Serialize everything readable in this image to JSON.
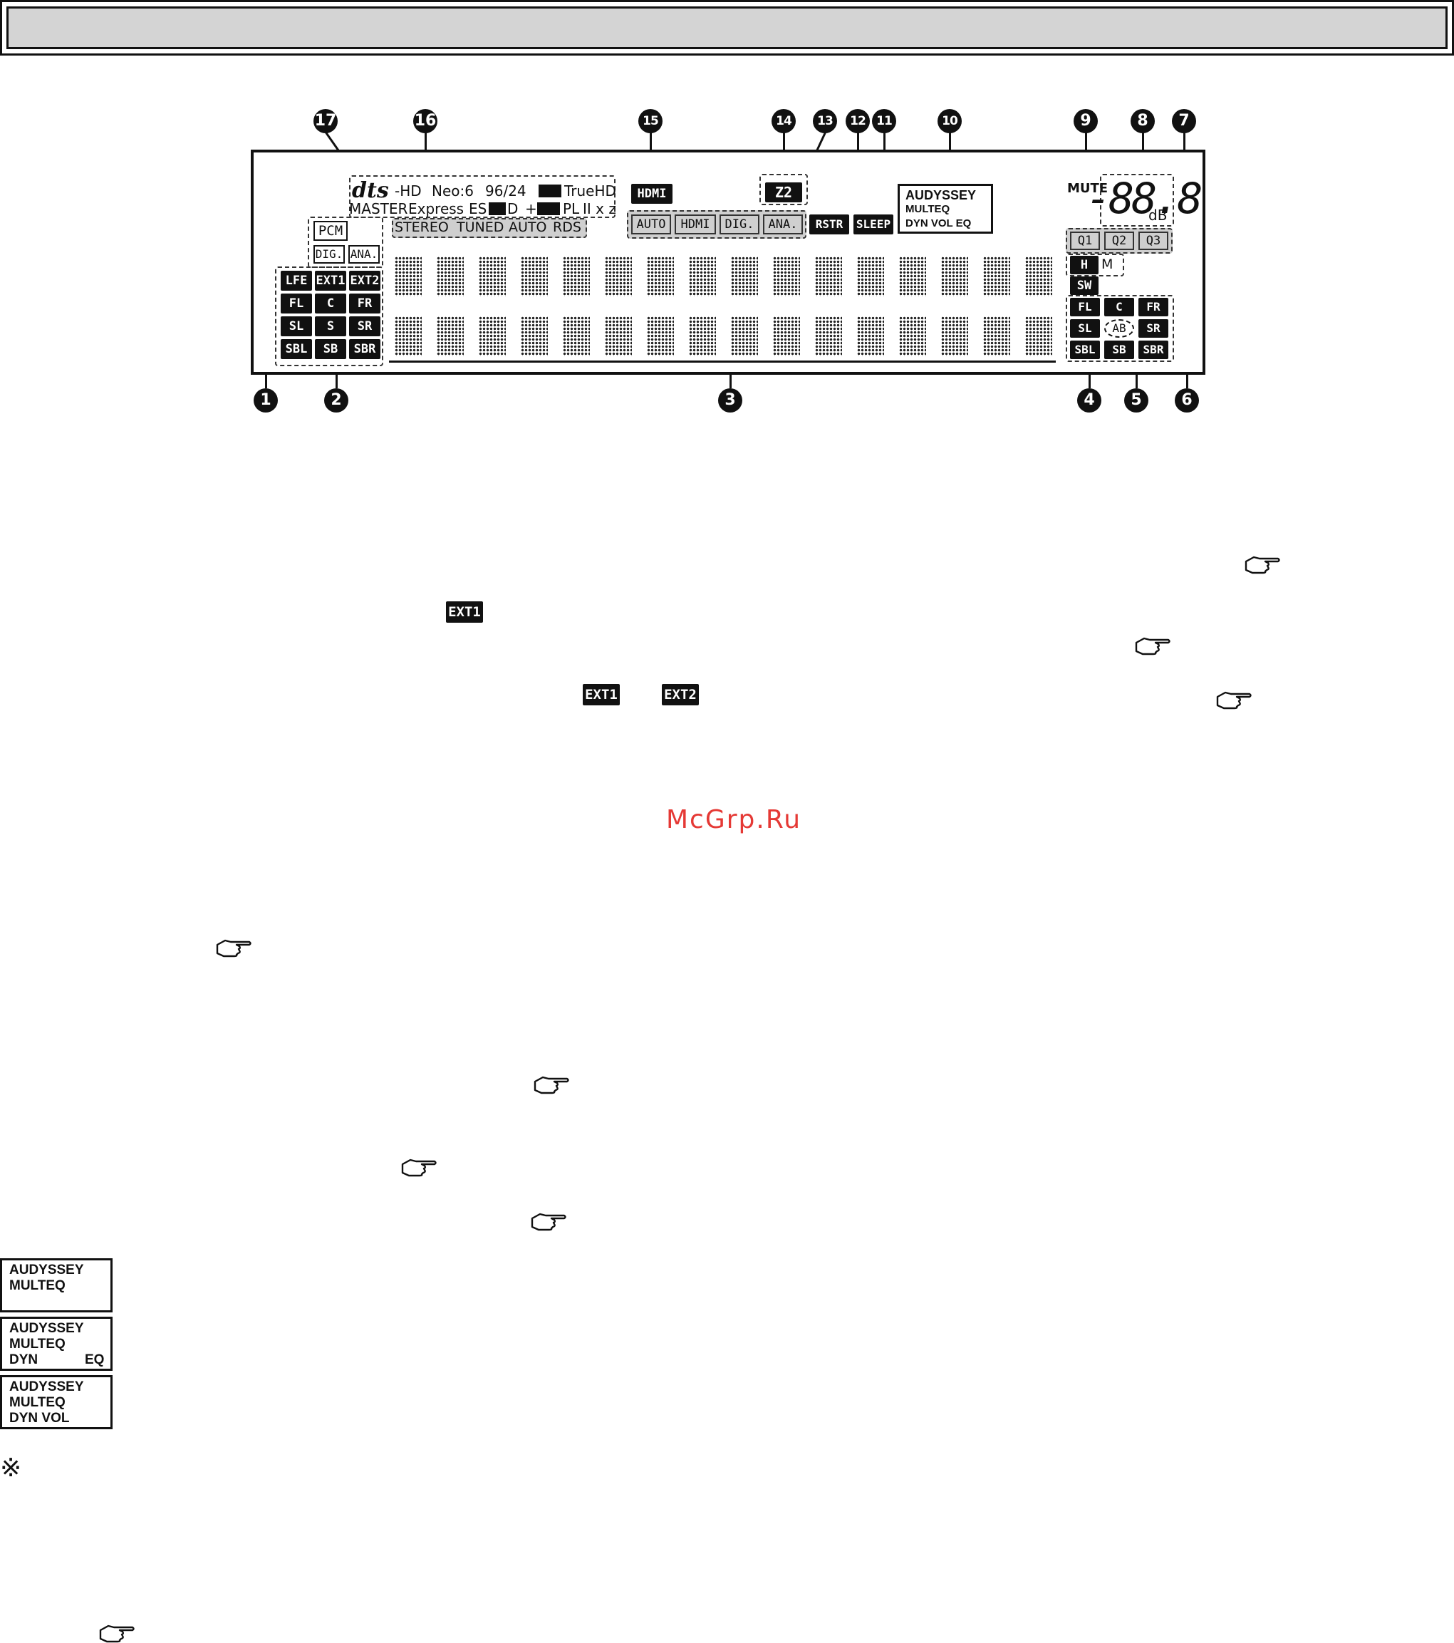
{
  "callouts": [
    "1",
    "2",
    "3",
    "4",
    "5",
    "6",
    "7",
    "8",
    "9",
    "10",
    "11",
    "12",
    "13",
    "14",
    "15",
    "16",
    "17"
  ],
  "display": {
    "pcm": "PCM",
    "dig_small": "DIG.",
    "ana_small": "ANA.",
    "dts_logo": "dts",
    "dts_hd": "-HD",
    "neo6": "Neo:6",
    "rate": "96/24",
    "dolby_truehd": "TrueHD",
    "master": "MASTER",
    "express": "Express",
    "es": "ES",
    "dolby_d": "D",
    "plus": "+",
    "pl2": "PL",
    "pl2_suffix": "II x z",
    "stereo": "STEREO",
    "tuned": "TUNED",
    "auto_rds": "AUTO",
    "rds": "RDS",
    "hdmi_badge": "HDMI",
    "z2": "Z2",
    "inputs": [
      "AUTO",
      "HDMI",
      "DIG.",
      "ANA."
    ],
    "rstr": "RSTR",
    "sleep": "SLEEP",
    "audyssey": [
      "AUDYSSEY",
      "MULTEQ",
      "DYN VOL EQ"
    ],
    "mute": "MUTE",
    "volume": "-88.8",
    "db": "dB",
    "q": [
      "Q1",
      "Q2",
      "Q3"
    ],
    "h": "H",
    "m": "M",
    "left_channels": [
      [
        "LFE",
        "EXT1",
        "EXT2"
      ],
      [
        "FL",
        "C",
        "FR"
      ],
      [
        "SL",
        "S",
        "SR"
      ],
      [
        "SBL",
        "SB",
        "SBR"
      ]
    ],
    "right_sw": "SW",
    "right_channels": [
      [
        "FL",
        "C",
        "FR"
      ],
      [
        "SL",
        "AB",
        "SR"
      ],
      [
        "SBL",
        "SB",
        "SBR"
      ]
    ]
  },
  "inline_icons": {
    "ext1_a": "EXT1",
    "ext1_b": "EXT1",
    "ext2": "EXT2"
  },
  "watermark": "McGrp.Ru",
  "audyssey_boxes": [
    {
      "line1": "AUDYSSEY",
      "line2": "MULTEQ",
      "line3a": "",
      "line3b": ""
    },
    {
      "line1": "AUDYSSEY",
      "line2": "MULTEQ",
      "line3a": "DYN",
      "line3b": "EQ"
    },
    {
      "line1": "AUDYSSEY",
      "line2": "MULTEQ",
      "line3a": "DYN VOL",
      "line3b": ""
    }
  ],
  "note_mark": "※"
}
